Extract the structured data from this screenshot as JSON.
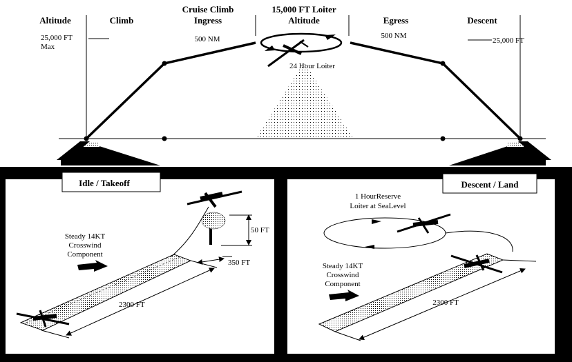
{
  "profile": {
    "headers": {
      "altitude": "Altitude",
      "climb": "Climb",
      "cruise_line1": "Cruise Climb",
      "cruise_line2": "Ingress",
      "loiter_line1": "15,000 FT Loiter",
      "loiter_line2": "Altitude",
      "egress": "Egress",
      "descent": "Descent"
    },
    "left_alt_line1": "25,000 FT",
    "left_alt_line2": "Max",
    "ingress_distance": "500 NM",
    "egress_distance": "500 NM",
    "right_alt": "25,000 FT",
    "loiter_duration": "24 Hour Loiter"
  },
  "takeoff_panel": {
    "title": "Idle / Takeoff",
    "wind_line1": "Steady 14KT",
    "wind_line2": "Crosswind",
    "wind_line3": "Component",
    "obstacle_height": "50 FT",
    "clearance_distance": "350 FT",
    "runway_length": "2300 FT"
  },
  "landing_panel": {
    "title": "Descent / Land",
    "reserve_line1": "1 HourReserve",
    "reserve_line2": "Loiter at SeaLevel",
    "wind_line1": "Steady 14KT",
    "wind_line2": "Crosswind",
    "wind_line3": "Component",
    "runway_length": "2300 FT"
  }
}
